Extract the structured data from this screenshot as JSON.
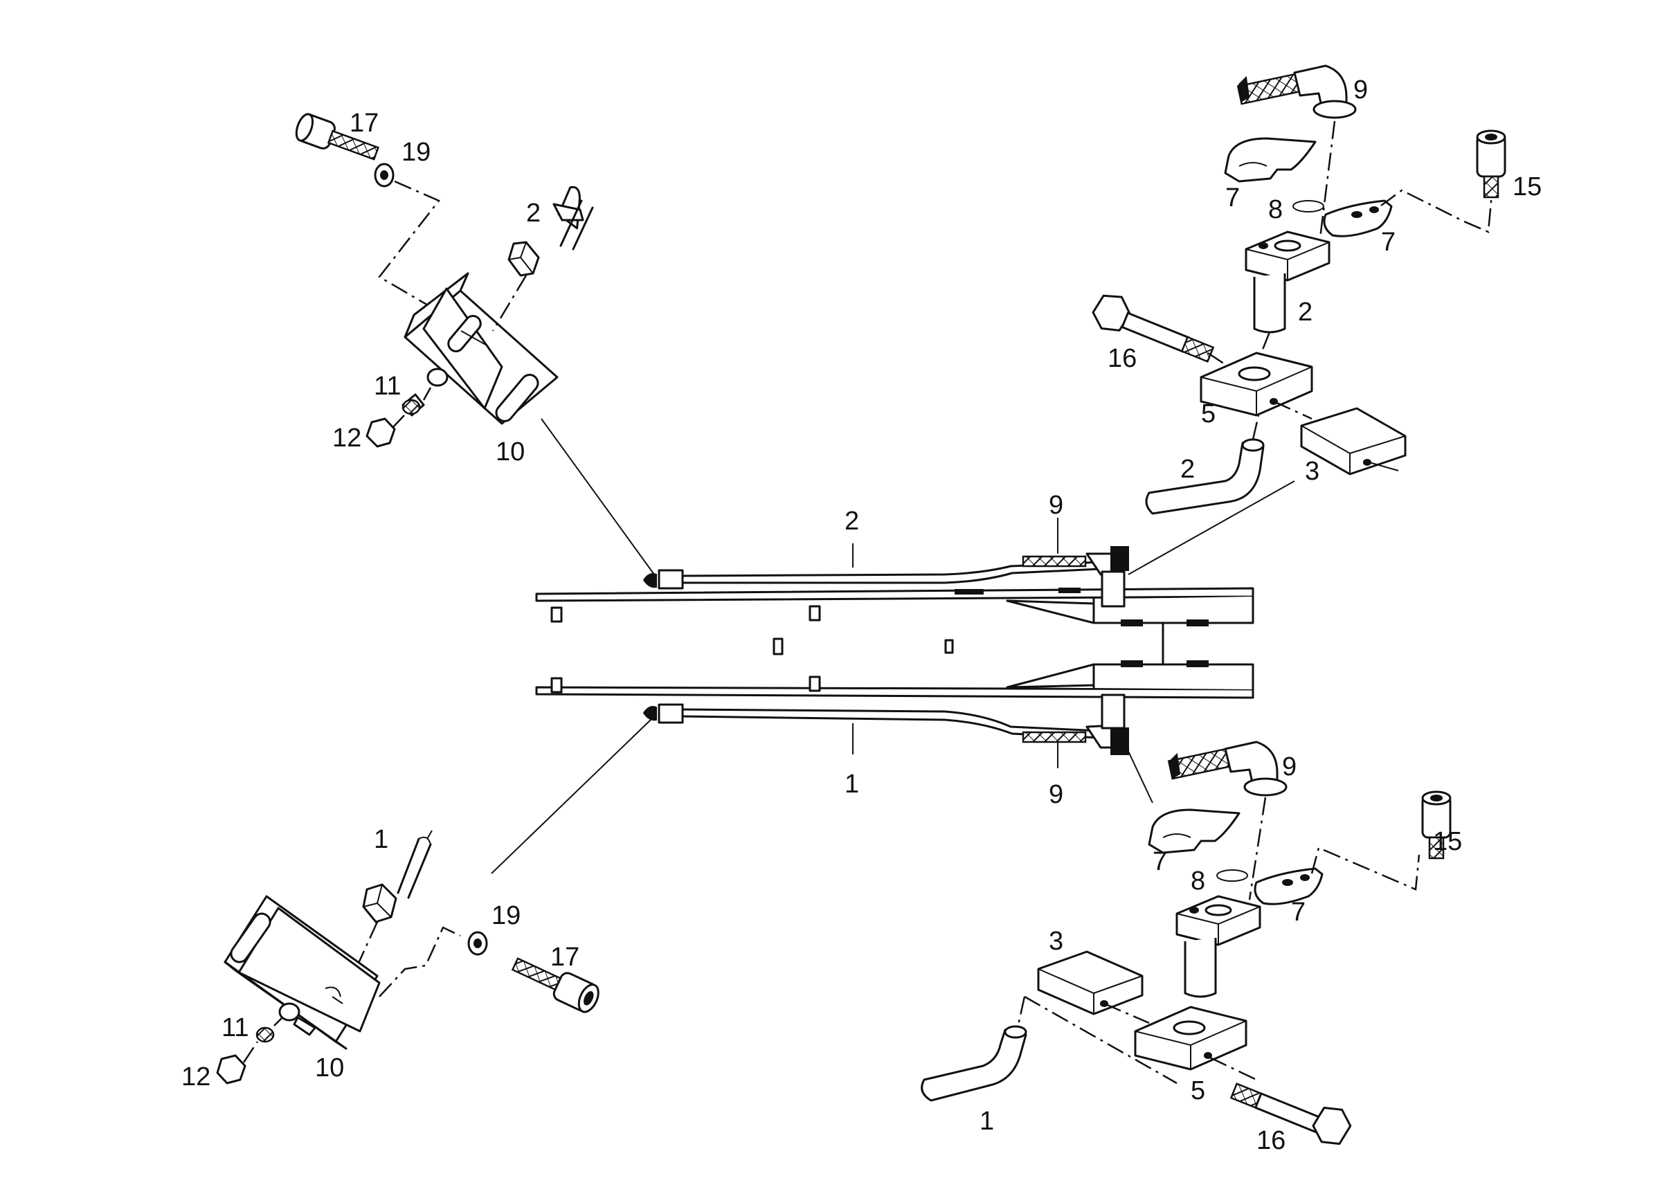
{
  "diagram": {
    "callouts": [
      {
        "id": "c17a",
        "text": "17"
      },
      {
        "id": "c19a",
        "text": "19"
      },
      {
        "id": "c2a",
        "text": "2"
      },
      {
        "id": "c11a",
        "text": "11"
      },
      {
        "id": "c12a",
        "text": "12"
      },
      {
        "id": "c10a",
        "text": "10"
      },
      {
        "id": "c9a",
        "text": "9"
      },
      {
        "id": "c7a",
        "text": "7"
      },
      {
        "id": "c8a",
        "text": "8"
      },
      {
        "id": "c7b",
        "text": "7"
      },
      {
        "id": "c15a",
        "text": "15"
      },
      {
        "id": "c2b",
        "text": "2"
      },
      {
        "id": "c16a",
        "text": "16"
      },
      {
        "id": "c5a",
        "text": "5"
      },
      {
        "id": "c2c",
        "text": "2"
      },
      {
        "id": "c3a",
        "text": "3"
      },
      {
        "id": "c9b",
        "text": "9"
      },
      {
        "id": "c2d",
        "text": "2"
      },
      {
        "id": "c1a",
        "text": "1"
      },
      {
        "id": "c9c",
        "text": "9"
      },
      {
        "id": "c9d",
        "text": "9"
      },
      {
        "id": "c7c",
        "text": "7"
      },
      {
        "id": "c15b",
        "text": "15"
      },
      {
        "id": "c8b",
        "text": "8"
      },
      {
        "id": "c7d",
        "text": "7"
      },
      {
        "id": "c3b",
        "text": "3"
      },
      {
        "id": "c1b",
        "text": "1"
      },
      {
        "id": "c19b",
        "text": "19"
      },
      {
        "id": "c17b",
        "text": "17"
      },
      {
        "id": "c11b",
        "text": "11"
      },
      {
        "id": "c12b",
        "text": "12"
      },
      {
        "id": "c10b",
        "text": "10"
      },
      {
        "id": "c5b",
        "text": "5"
      },
      {
        "id": "c1c",
        "text": "1"
      },
      {
        "id": "c16b",
        "text": "16"
      }
    ]
  }
}
